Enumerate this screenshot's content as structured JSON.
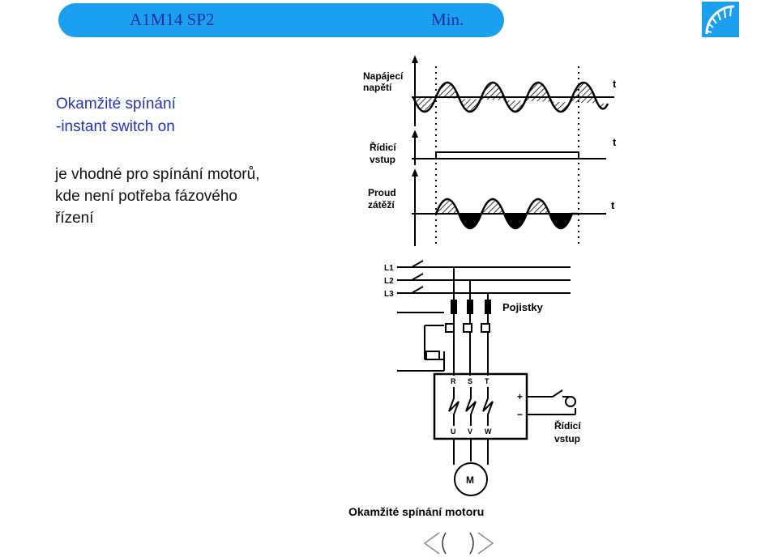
{
  "header": {
    "course": "A1M14 SP2",
    "lecture": "Min.",
    "accent_color": "#1aa0ee",
    "logo_icon": "fan-logo-icon"
  },
  "slide": {
    "title_line1": "Okamžité spínání",
    "title_line2": "-instant switch on",
    "body_lines": [
      "je vhodné pro spínání motorů,",
      "kde není potřeba fázového",
      "řízení"
    ]
  },
  "figure": {
    "waveforms": {
      "supply_label": [
        "Napájecí",
        "napětí"
      ],
      "control_label": [
        "Řídicí",
        "vstup"
      ],
      "current_label": [
        "Proud",
        "zátěží"
      ],
      "time_label": "t"
    },
    "circuit": {
      "phases": [
        "L1",
        "L2",
        "L3"
      ],
      "fuses_label": "Pojistky",
      "terminals_in": [
        "R",
        "S",
        "T"
      ],
      "terminals_out": [
        "U",
        "V",
        "W"
      ],
      "plus": "+",
      "minus": "−",
      "control_input": [
        "Řídicí",
        "vstup"
      ],
      "motor": "M"
    },
    "caption": "Okamžité spínání motoru"
  },
  "nav": {
    "prev_icon": "chevron-left-icon",
    "next_icon": "chevron-right-icon"
  }
}
